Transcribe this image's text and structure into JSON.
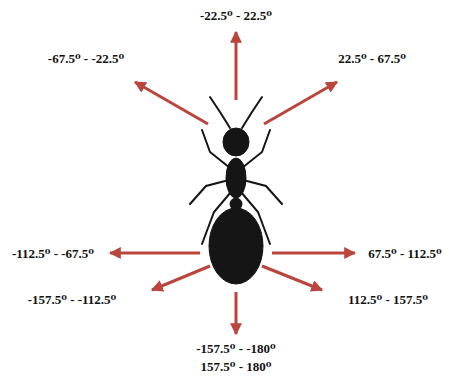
{
  "diagram": {
    "labels": [
      "-22.5⁰ - 22.5⁰",
      "-67.5⁰ - -22.5⁰",
      "22.5⁰ - 67.5⁰",
      "-112.5⁰ - -67.5⁰",
      "67.5⁰ - 112.5⁰",
      "-157.5⁰ - -112.5⁰",
      "112.5⁰ - 157.5⁰",
      "-157.5⁰ - -180⁰",
      "157.5⁰ - 180⁰"
    ]
  }
}
